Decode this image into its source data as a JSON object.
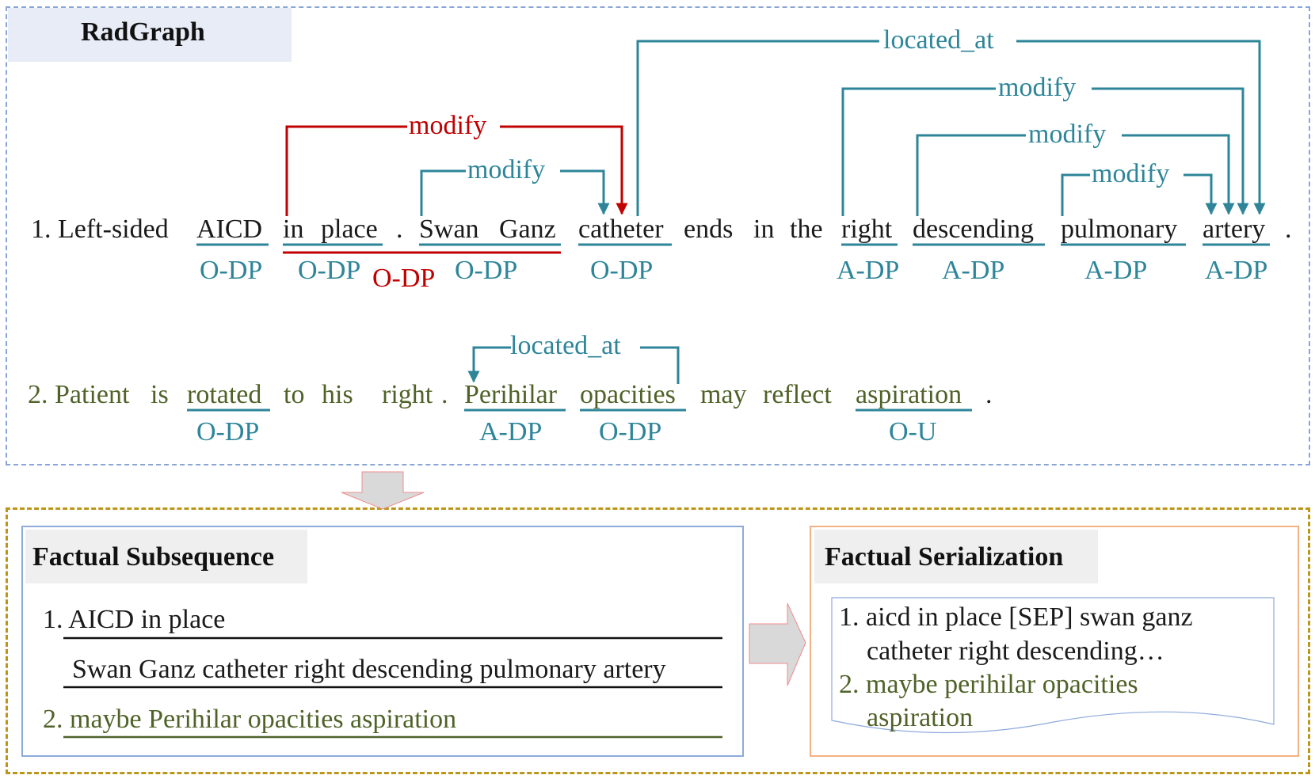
{
  "radgraph": {
    "title": "RadGraph",
    "relations": {
      "located_at_1": "located_at",
      "modify_1": "modify",
      "modify_2": "modify",
      "modify_3": "modify",
      "modify_red": "modify",
      "modify_4": "modify",
      "located_at_2": "located_at"
    },
    "sentence1": {
      "prefix": "1. Left-sided",
      "tokens": [
        "AICD",
        "in",
        "place",
        ".",
        "Swan",
        "Ganz",
        "catheter",
        "ends",
        "in",
        "the",
        "right",
        "descending",
        "pulmonary",
        "artery",
        "."
      ],
      "labels": [
        "O-DP",
        "O-DP",
        "O-DP",
        "O-DP",
        "O-DP",
        "A-DP",
        "A-DP",
        "A-DP",
        "A-DP"
      ],
      "red_label": "O-DP"
    },
    "sentence2": {
      "prefix": "2. Patient",
      "tokens": [
        "is",
        "rotated",
        "to",
        "his",
        "right",
        ".",
        "Perihilar",
        "opacities",
        "may",
        "reflect",
        "aspiration",
        "."
      ],
      "labels": [
        "O-DP",
        "A-DP",
        "O-DP",
        "O-U"
      ]
    }
  },
  "factual_subsequence": {
    "title": "Factual Subsequence",
    "line1": "1. AICD in place",
    "line2": "Swan Ganz catheter right descending pulmonary artery",
    "line3": "2. maybe Perihilar opacities aspiration"
  },
  "factual_serialization": {
    "title": "Factual Serialization",
    "line1": "1. aicd in place [SEP] swan ganz",
    "line2": "catheter right descending…",
    "line3": "2. maybe perihilar opacities",
    "line4": "aspiration"
  },
  "colors": {
    "teal": "#2e8599",
    "red": "#c00000",
    "green": "#4f6228",
    "frame_blue": "#8aa6d6",
    "frame_gold": "#bb9619",
    "box_blue": "#8eaadb",
    "box_orange": "#f4b183"
  },
  "icons": [
    "down-arrow-icon",
    "right-arrow-icon"
  ]
}
